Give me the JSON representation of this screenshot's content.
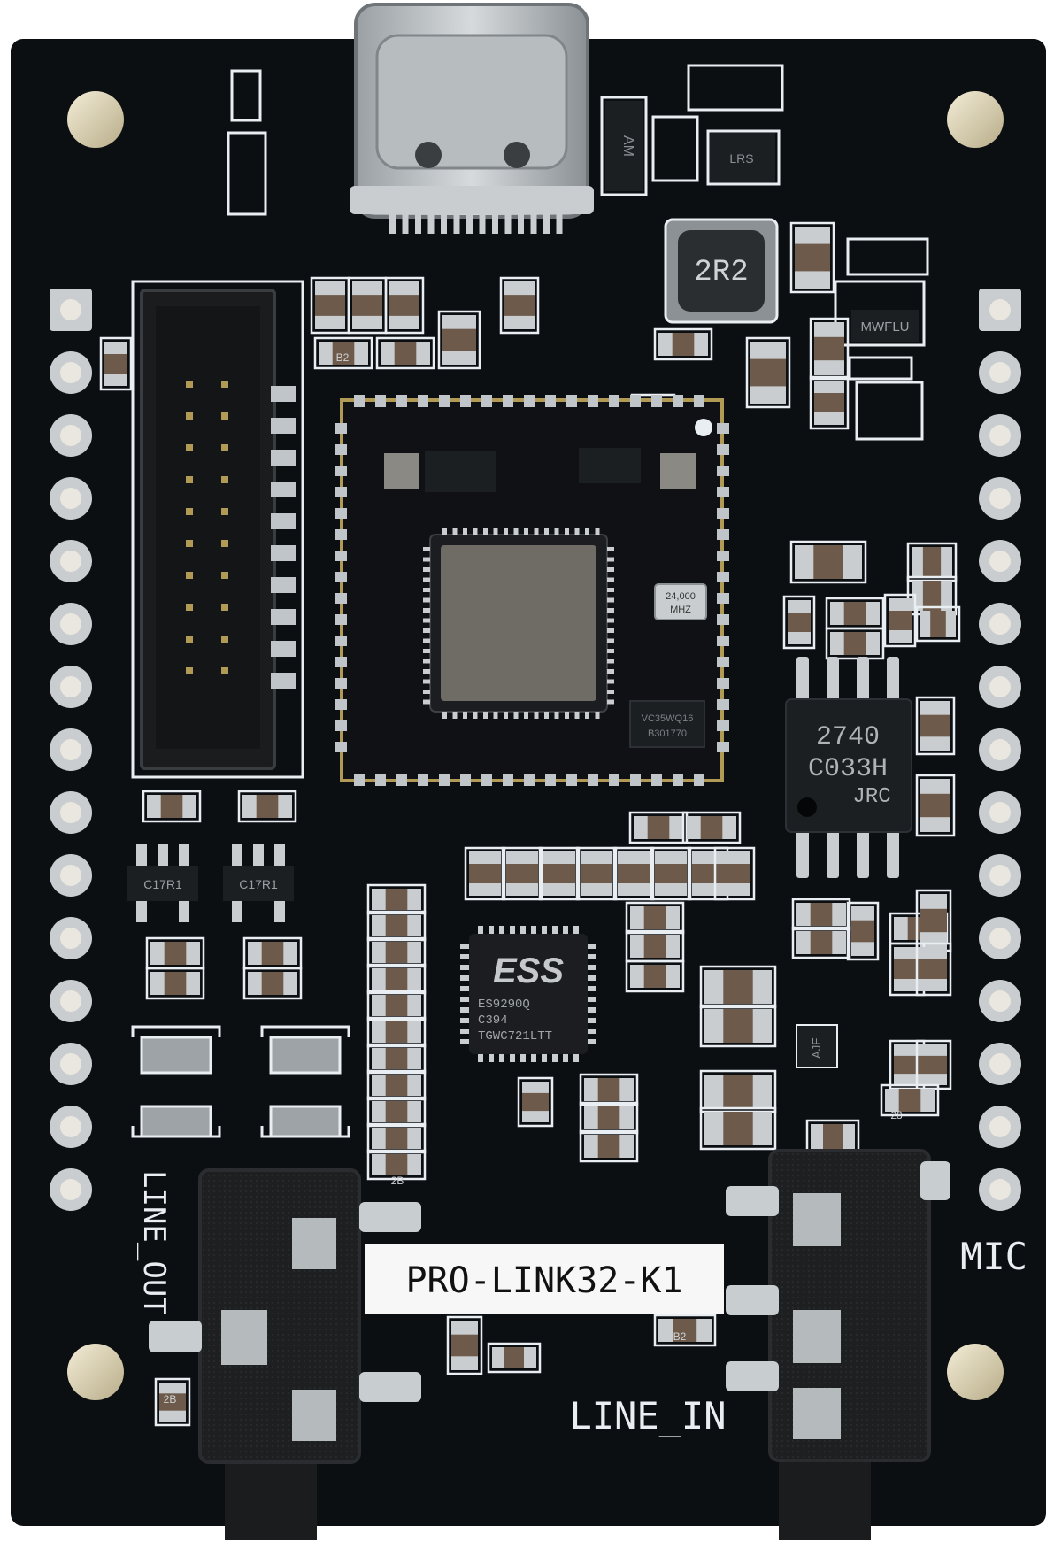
{
  "board": {
    "name": "PRO-LINK32-K1",
    "colors": {
      "pcb": "#0c0f12",
      "silkscreen": "#e8eef2",
      "solder": "#cfd4d8",
      "pad_tin": "#bfc5c9",
      "chip": "#1a1d20",
      "metal": "#8e9498",
      "gold": "#b09a55",
      "label_bg": "#f7f7f7"
    }
  },
  "labels": {
    "board_name": "PRO-LINK32-K1",
    "line_out": "LINE_OUT",
    "line_in": "LINE_IN",
    "mic": "MIC"
  },
  "markings": {
    "crystal_line1": "24,000",
    "crystal_line2": "MHZ",
    "flash_line1": "VC35WQ16",
    "flash_line2": "B301770",
    "opamp_line1": "2740",
    "opamp_line2": "C033H",
    "opamp_line3": "JRC",
    "dac_logo": "ESS",
    "dac_line1": "ES9290Q",
    "dac_line2": "C394",
    "dac_line3": "TGWC721LTT",
    "inductor": "2R2",
    "sot_left_1": "C17R1",
    "sot_left_2": "C17R1",
    "sot_mwflu": "MWFLU",
    "diode_am": "AM",
    "regulator_top": "LRS",
    "sot_aje": "AJE",
    "res_b2_a": "B2",
    "res_b2_b": "B2",
    "res_2b": "2B",
    "res_2b_b": "2B",
    "res_28": "28"
  }
}
